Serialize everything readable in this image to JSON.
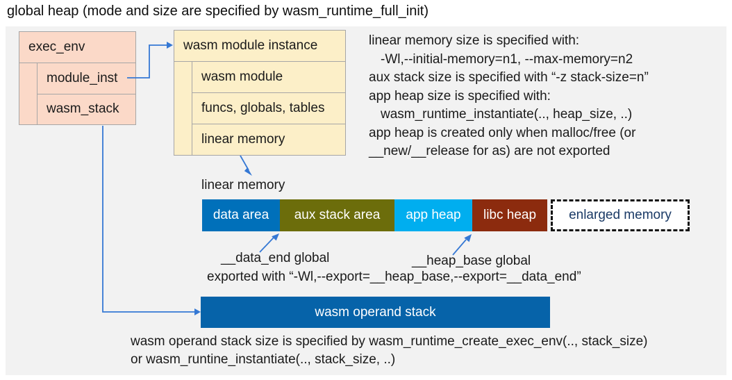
{
  "title": "global heap (mode and size are specified by wasm_runtime_full_init)",
  "exec_env_box": {
    "header": "exec_env",
    "rows": [
      "module_inst",
      "wasm_stack"
    ]
  },
  "module_instance_box": {
    "header": "wasm module instance",
    "rows": [
      "wasm module",
      "funcs, globals, tables",
      "linear memory"
    ]
  },
  "notes": {
    "lines": [
      "linear memory size is specified with:",
      "-Wl,--initial-memory=n1, --max-memory=n2",
      "aux stack size is specified with “-z stack-size=n”",
      "app heap size is specified with:",
      "wasm_runtime_instantiate(.., heap_size, ..)",
      "app heap is created only when malloc/free (or",
      "__new/__release for as) are not exported"
    ]
  },
  "linear_memory": {
    "label": "linear memory",
    "segments": [
      {
        "label": "data area",
        "color": "#0070BA",
        "text_color": "#FFFFFF"
      },
      {
        "label": "aux stack area",
        "color": "#6C6D0B",
        "text_color": "#FFFFFF"
      },
      {
        "label": "app heap",
        "color": "#00AEEF",
        "text_color": "#FFFFFF"
      },
      {
        "label": "libc heap",
        "color": "#8C2B0E",
        "text_color": "#FFFFFF"
      },
      {
        "label": "enlarged memory",
        "color": "#FFFFFF",
        "text_color": "#1A3A66"
      }
    ],
    "data_end_label": "__data_end global",
    "heap_base_label": "__heap_base global",
    "export_note": "exported with “-Wl,--export=__heap_base,--export=__data_end”"
  },
  "operand_stack": {
    "label": "wasm operand stack",
    "color": "#0663A9",
    "note_line1": "wasm operand stack size is specified by wasm_runtime_create_exec_env(.., stack_size)",
    "note_line2": "or wasm_runtine_instantiate(.., stack_size, ..)"
  },
  "colors": {
    "canvas_bg": "#F2F2F2",
    "box_salmon": "#FBD9C8",
    "box_cream": "#FCEFC8",
    "border_gray": "#A6A6A6",
    "arrow": "#3578D4"
  }
}
